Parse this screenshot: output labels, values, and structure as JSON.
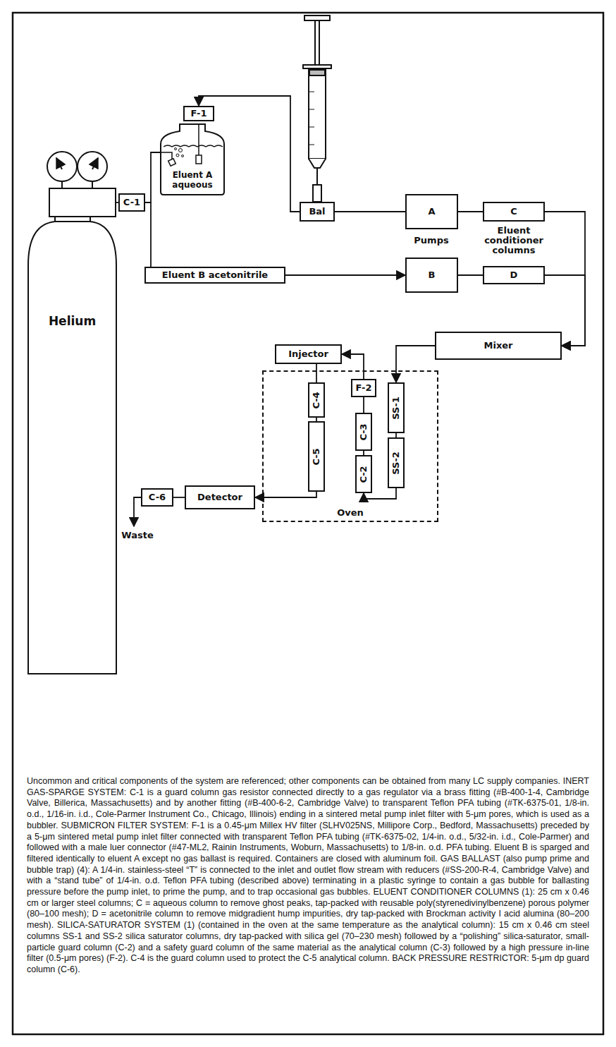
{
  "diagram": {
    "caption": "Uncommon and critical components of the system are referenced; other components can be obtained from many LC supply companies. INERT GAS-SPARGE SYSTEM: C-1 is a guard column gas resistor connected directly to a gas regulator via a brass fitting (#B-400-1-4, Cambridge Valve, Billerica, Massachusetts) and by another fitting (#B-400-6-2, Cambridge Valve) to transparent Teflon PFA tubing (#TK-6375-01, 1/8-in. o.d., 1/16-in. i.d., Cole-Parmer Instrument Co., Chicago, Illinois) ending in a sintered metal pump inlet filter with 5-μm pores, which is used as a bubbler. SUBMICRON FILTER SYSTEM: F-1 is a 0.45-μm Millex HV filter (SLHV025NS, Millipore Corp., Bedford, Massachusetts) preceded by a 5-μm sintered metal pump inlet filter connected with transparent Teflon PFA tubing (#TK-6375-02, 1/4-in. o.d., 5/32-in. i.d., Cole-Parmer) and followed with a male luer connector (#47-ML2, Rainin Instruments, Woburn, Massachusetts) to 1/8-in. o.d. PFA tubing. Eluent B is sparged and filtered identically to eluent A except no gas ballast is required. Containers are closed with aluminum foil. GAS BALLAST (also pump prime and bubble trap) (4): A 1/4-in. stainless-steel “T” is connected to the inlet and outlet flow stream with reducers (#SS-200-R-4, Cambridge Valve) and with a “stand tube” of 1/4-in. o.d. Teflon PFA tubing (described above) terminating in a plastic syringe to contain a gas bubble for ballasting pressure before the pump inlet, to prime the pump, and to trap occasional gas bubbles. ELUENT CONDITIONER COLUMNS (1): 25 cm x 0.46 cm or larger steel columns; C = aqueous column to remove ghost peaks, tap-packed with reusable poly(styrenedivinylbenzene) porous polymer (80–100 mesh); D = acetonitrile column to remove midgradient hump impurities, dry tap-packed with Brockman activity I acid alumina (80–200 mesh). SILICA-SATURATOR SYSTEM (1) (contained in the oven at the same temperature as the analytical column): 15 cm x 0.46 cm steel columns SS-1 and SS-2 silica saturator columns, dry tap-packed with silica gel (70–230 mesh) followed by a “polishing” silica-saturator, small-particle guard column (C-2) and a safety guard column of the same material as the analytical column (C-3) followed by a high pressure in-line filter (0.5-μm pores) (F-2). C-4 is the guard column used to protect the C-5 analytical column. BACK PRESSURE RESTRICTOR: 5-μm dp guard column (C-6).",
    "nodes": [
      {
        "text": [
          "Helium"
        ]
      },
      {
        "text": [
          "C-1"
        ]
      },
      {
        "text": [
          "F-1"
        ]
      },
      {
        "text": [
          "Eluent A aqueous"
        ]
      },
      {
        "text": [
          "Bal"
        ]
      },
      {
        "text": [
          "A"
        ]
      },
      {
        "text": [
          "C"
        ]
      },
      {
        "text": [
          "Eluent B acetonitrile"
        ]
      },
      {
        "text": [
          "B"
        ]
      },
      {
        "text": [
          "D"
        ]
      },
      {
        "text": [
          "Mixer"
        ]
      },
      {
        "text": [
          "Injector"
        ]
      },
      {
        "text": [
          "Oven"
        ]
      },
      {
        "text": [
          "C-4"
        ],
        "in": 12
      },
      {
        "text": [
          "C-5"
        ],
        "in": 12
      },
      {
        "text": [
          "F-2"
        ],
        "in": 12
      },
      {
        "text": [
          "C-3"
        ],
        "in": 12
      },
      {
        "text": [
          "C-2"
        ],
        "in": 12
      },
      {
        "text": [
          "SS-1"
        ],
        "in": 12
      },
      {
        "text": [
          "SS-2"
        ],
        "in": 12
      },
      {
        "text": [
          "Detector"
        ]
      },
      {
        "text": [
          "C-6"
        ]
      }
    ],
    "edges": [
      {
        "from": 0,
        "to": 1,
        "arrow": "none"
      },
      {
        "from": 1,
        "to": 3,
        "arrow": "none"
      },
      {
        "from": 1,
        "to": 7,
        "arrow": "none"
      },
      {
        "from": 4,
        "to": 2,
        "arrow": "to"
      },
      {
        "from": 4,
        "to": 5,
        "arrow": "none"
      },
      {
        "from": 5,
        "to": 6,
        "arrow": "none"
      },
      {
        "from": 6,
        "to": 10,
        "arrow": "to"
      },
      {
        "from": 7,
        "to": 8,
        "arrow": "to"
      },
      {
        "from": 8,
        "to": 9,
        "arrow": "none"
      },
      {
        "from": 9,
        "to": 10,
        "arrow": "to"
      },
      {
        "from": 10,
        "to": 18,
        "arrow": "to"
      },
      {
        "from": 18,
        "to": 19,
        "arrow": "none"
      },
      {
        "from": 19,
        "to": 17,
        "arrow": "to"
      },
      {
        "from": 17,
        "to": 16,
        "arrow": "none"
      },
      {
        "from": 16,
        "to": 15,
        "arrow": "none"
      },
      {
        "from": 15,
        "to": 11,
        "arrow": "to"
      },
      {
        "from": 11,
        "to": 13,
        "arrow": "none"
      },
      {
        "from": 13,
        "to": 14,
        "arrow": "none"
      },
      {
        "from": 14,
        "to": 20,
        "arrow": "to"
      },
      {
        "from": 20,
        "to": 21,
        "arrow": "none"
      }
    ],
    "labels": [
      "Pumps",
      "Eluent conditioner columns",
      "Waste"
    ]
  }
}
